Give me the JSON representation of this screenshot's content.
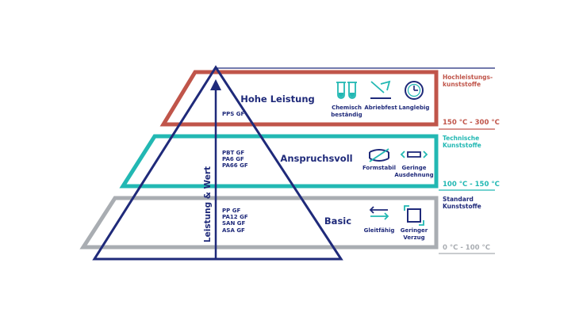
{
  "colors": {
    "navy": "#1f2a7a",
    "red": "#c0554a",
    "teal": "#22b8b3",
    "gray": "#a9adb2",
    "text_navy": "#1f2a7a"
  },
  "axis_label": "Leistung & Wert",
  "tiers": [
    {
      "key": "top",
      "title": "Hohe Leistung",
      "materials": [
        "PPS GF"
      ],
      "features": [
        {
          "icon": "test-tube-icon",
          "label": [
            "Chemisch",
            "beständig"
          ]
        },
        {
          "icon": "abrasion-arrow-icon",
          "label": [
            "Abriebfest"
          ]
        },
        {
          "icon": "clock-icon",
          "label": [
            "Langlebig"
          ]
        }
      ],
      "category": [
        "Hochleistungs-",
        "kunststoffe"
      ],
      "temperature": "150 °C - 300 °C"
    },
    {
      "key": "middle",
      "title": "Anspruchsvoll",
      "materials": [
        "PBT GF",
        "PA6 GF",
        "PA66 GF"
      ],
      "features": [
        {
          "icon": "shape-stable-icon",
          "label": [
            "Formstabil"
          ]
        },
        {
          "icon": "expansion-arrows-icon",
          "label": [
            "Geringe",
            "Ausdehnung"
          ]
        }
      ],
      "category": [
        "Technische",
        "Kunststoffe"
      ],
      "temperature": "100 °C - 150 °C"
    },
    {
      "key": "bottom",
      "title": "Basic",
      "materials": [
        "PP GF",
        "PA12 GF",
        "SAN GF",
        "ASA GF"
      ],
      "features": [
        {
          "icon": "slide-arrows-icon",
          "label": [
            "Gleitfähig"
          ]
        },
        {
          "icon": "low-warp-icon",
          "label": [
            "Geringer",
            "Verzug"
          ]
        }
      ],
      "category": [
        "Standard",
        "Kunststoffe"
      ],
      "temperature": "0 °C - 100 °C"
    }
  ]
}
